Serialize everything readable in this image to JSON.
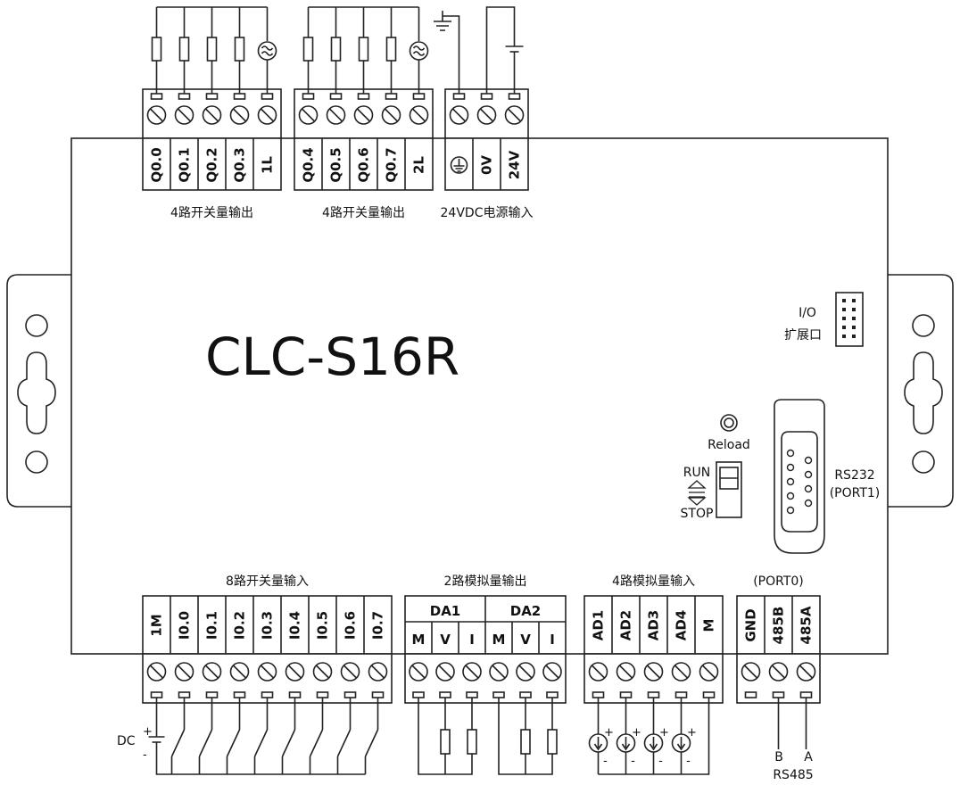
{
  "model": "CLC-S16R",
  "top_groups": [
    {
      "id": "q1",
      "terminals": [
        "Q0.0",
        "Q0.1",
        "Q0.2",
        "Q0.3",
        "1L"
      ],
      "caption": "4路开关量输出"
    },
    {
      "id": "q2",
      "terminals": [
        "Q0.4",
        "Q0.5",
        "Q0.6",
        "Q0.7",
        "2L"
      ],
      "caption": "4路开关量输出"
    },
    {
      "id": "pw",
      "terminals": [
        "⏚",
        "0V",
        "24V"
      ],
      "caption": "24VDC电源输入"
    }
  ],
  "bottom_groups": [
    {
      "id": "di",
      "terminals": [
        "1M",
        "I0.0",
        "I0.1",
        "I0.2",
        "I0.3",
        "I0.4",
        "I0.5",
        "I0.6",
        "I0.7"
      ],
      "caption": "8路开关量输入"
    },
    {
      "id": "da",
      "terminals": [
        "M",
        "V",
        "I",
        "M",
        "V",
        "I"
      ],
      "headers": [
        "DA1",
        "DA2"
      ],
      "caption": "2路模拟量输出"
    },
    {
      "id": "ad",
      "terminals": [
        "AD1",
        "AD2",
        "AD3",
        "AD4",
        "M"
      ],
      "caption": "4路模拟量输入"
    },
    {
      "id": "rs",
      "terminals": [
        "GND",
        "485B",
        "485A"
      ],
      "caption": "(PORT0)"
    }
  ],
  "io_expansion": {
    "line1": "I/O",
    "line2": "扩展口"
  },
  "reload": "Reload",
  "switch": {
    "run": "RUN",
    "stop": "STOP"
  },
  "rs232": {
    "line1": "RS232",
    "line2": "(PORT1)"
  },
  "dc_label": "DC",
  "rs485": {
    "b": "B",
    "a": "A",
    "label": "RS485"
  },
  "signs": {
    "plus": "+",
    "minus": "-"
  }
}
